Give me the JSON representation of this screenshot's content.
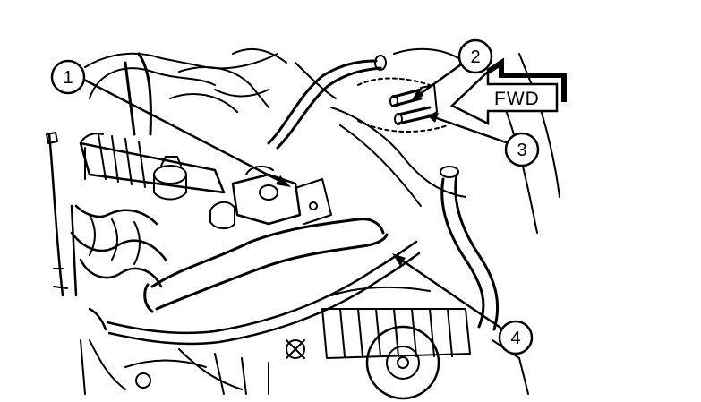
{
  "callouts": [
    {
      "id": "callout-1",
      "label": "1"
    },
    {
      "id": "callout-2",
      "label": "2"
    },
    {
      "id": "callout-3",
      "label": "3"
    },
    {
      "id": "callout-4",
      "label": "4"
    }
  ],
  "direction_arrow": {
    "label": "FWD"
  },
  "colors": {
    "ink": "#000000",
    "background": "#ffffff"
  }
}
